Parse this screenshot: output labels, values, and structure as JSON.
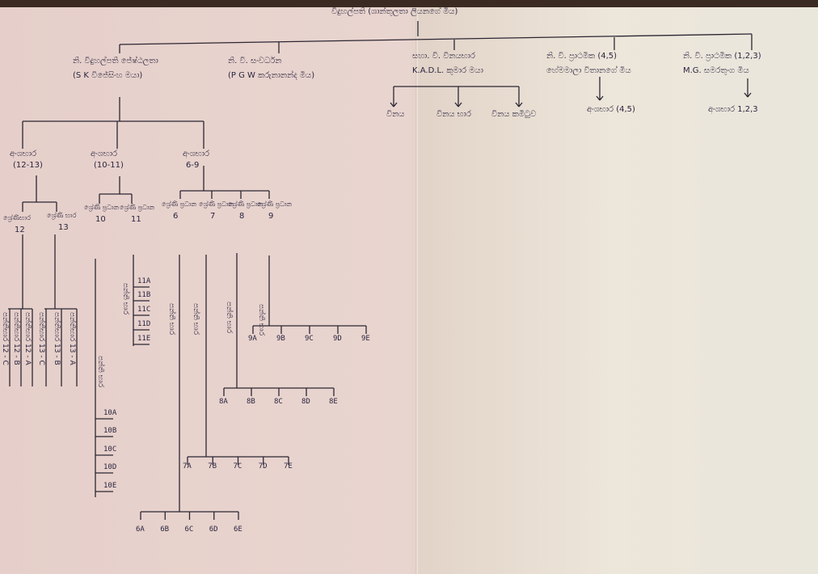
{
  "principal": "විදුහල්පති (ශාන්තුලතා ලියනගේ මිය)",
  "deputies": [
    {
      "title": "නි. විදුහල්පති ජේෂ්ඨලතා",
      "name": "(S K විජේසිංහ මයා)"
    },
    {
      "title": "නි. වි. සංවර්ධන",
      "name": "(P G W කරුනානන්ද මිය)"
    },
    {
      "title": "සහා. වි. විනයභාර",
      "name": "K.A.D.L. කුමාර මයා"
    },
    {
      "title": "නි. වි. ප්‍රාථමික (4,5)",
      "name": "හේමමාලා විතානගේ මිය"
    },
    {
      "title": "නි. වි. ප්‍රාථමික (1,2,3)",
      "name": "M.G. සමරතුංග මිය"
    }
  ],
  "discipline": [
    "විනය",
    "විනය භාර",
    "විනය කමිටුව"
  ],
  "primary45": "අංශභාර (4,5)",
  "primary123": "අංශභාර 1,2,3",
  "sections": [
    {
      "label": "අංශභාර",
      "range": "(12-13)"
    },
    {
      "label": "අංශභාර",
      "range": "(10-11)"
    },
    {
      "label": "අංශභාර",
      "range": "6-9"
    }
  ],
  "grades": [
    {
      "label": "ශ්‍රේණිභාර",
      "num": "12"
    },
    {
      "label": "ශ්‍රේණි භාර",
      "num": "13"
    },
    {
      "label": "ශ්‍රේණි ප්‍රධාන",
      "num": "10"
    },
    {
      "label": "ශ්‍රේණි ප්‍රධාන",
      "num": "11"
    },
    {
      "label": "ශ්‍රේණි ප්‍රධාන",
      "num": "6"
    },
    {
      "label": "ශ්‍රේණි ප්‍රධාන",
      "num": "7"
    },
    {
      "label": "ශ්‍රේණි ප්‍රධාන",
      "num": "8"
    },
    {
      "label": "ශ්‍රේණි ප්‍රධාන",
      "num": "9"
    }
  ],
  "class_teacher": "පන්ති භාර",
  "classes12": [
    "පන්තිභාර 12 - C",
    "පන්තිභාර 12 - B",
    "පන්තිභාර 12 - A"
  ],
  "classes13": [
    "පන්තිභාර 13 - C",
    "පන්තිභාර 13 - B",
    "පන්තිභාර 13 - A"
  ],
  "classes10": [
    "10A",
    "10B",
    "10C",
    "10D",
    "10E"
  ],
  "classes11": [
    "11A",
    "11B",
    "11C",
    "11D",
    "11E"
  ],
  "classes6": [
    "6A",
    "6B",
    "6C",
    "6D",
    "6E"
  ],
  "classes7": [
    "7A",
    "7B",
    "7C",
    "7D",
    "7E"
  ],
  "classes8": [
    "8A",
    "8B",
    "8C",
    "8D",
    "8E"
  ],
  "classes9": [
    "9A",
    "9B",
    "9C",
    "9D",
    "9E"
  ]
}
